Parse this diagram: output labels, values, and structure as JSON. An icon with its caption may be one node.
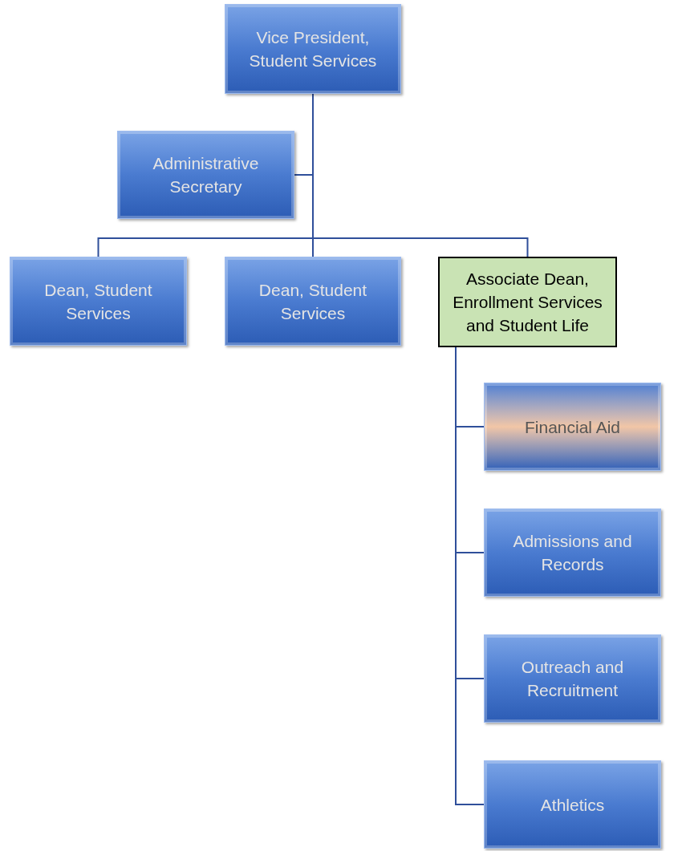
{
  "diagram": {
    "nodes": [
      {
        "text": [
          "Vice President, Student Services"
        ]
      },
      {
        "text": [
          "Administrative Secretary"
        ]
      },
      {
        "text": [
          "Dean, Student Services"
        ]
      },
      {
        "text": [
          "Dean, Student Services"
        ]
      },
      {
        "text": [
          "Associate Dean, Enrollment Services and Student Life"
        ]
      },
      {
        "text": [
          "Financial Aid"
        ]
      },
      {
        "text": [
          "Admissions and Records"
        ]
      },
      {
        "text": [
          "Outreach and Recruitment"
        ]
      },
      {
        "text": [
          "Athletics"
        ]
      }
    ],
    "edges": [
      {
        "from": 0,
        "to": 1,
        "arrow": "none"
      },
      {
        "from": 0,
        "to": 2,
        "arrow": "none"
      },
      {
        "from": 0,
        "to": 3,
        "arrow": "none"
      },
      {
        "from": 0,
        "to": 4,
        "arrow": "none"
      },
      {
        "from": 4,
        "to": 5,
        "arrow": "none"
      },
      {
        "from": 4,
        "to": 6,
        "arrow": "none"
      },
      {
        "from": 4,
        "to": 7,
        "arrow": "none"
      },
      {
        "from": 4,
        "to": 8,
        "arrow": "none"
      }
    ]
  }
}
